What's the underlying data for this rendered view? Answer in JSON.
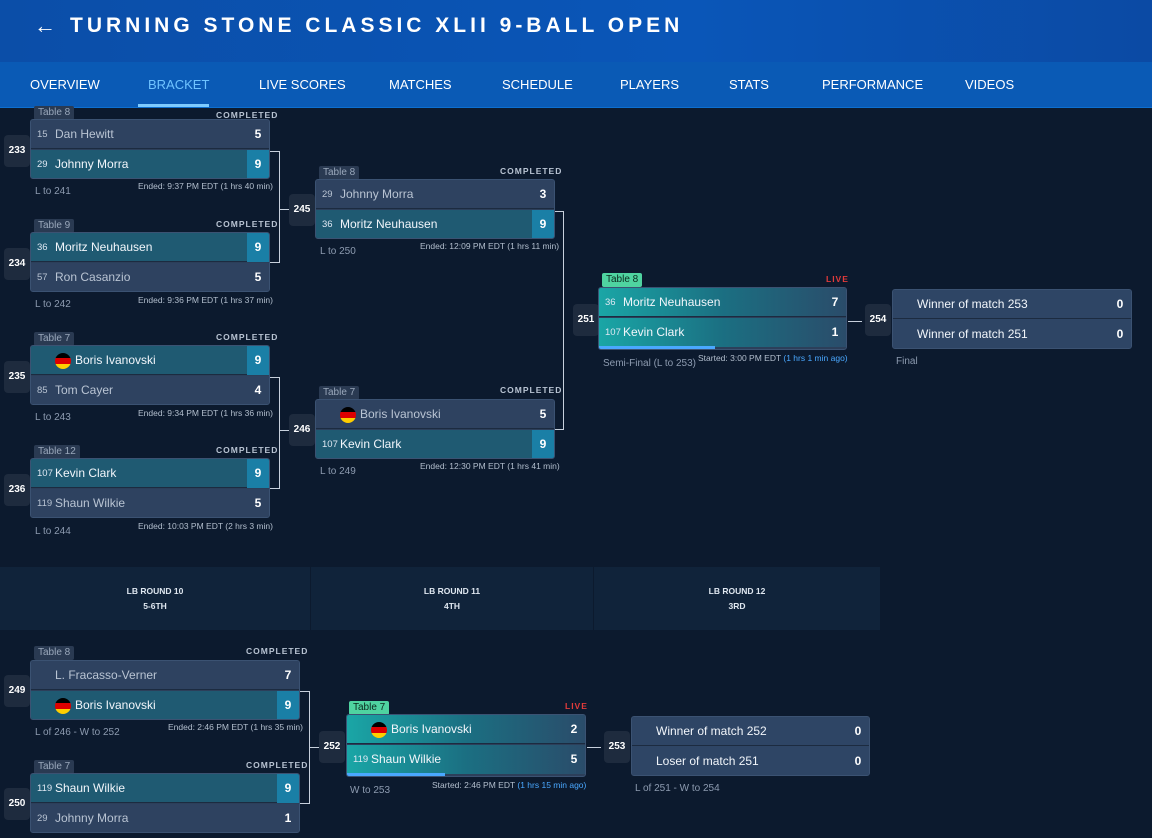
{
  "header": {
    "back_icon": "arrow-left-icon",
    "title": "TURNING STONE CLASSIC XLII 9-BALL OPEN"
  },
  "nav": [
    "OVERVIEW",
    "BRACKET",
    "LIVE SCORES",
    "MATCHES",
    "SCHEDULE",
    "PLAYERS",
    "STATS",
    "PERFORMANCE",
    "VIDEOS"
  ],
  "nav_active": "BRACKET",
  "colors": {
    "accent": "#7ecbff",
    "live": "#e23b3b",
    "winner_score": "#1a7fa6",
    "table_badge_live": "#4fd3a0"
  },
  "rounds_lb": [
    {
      "name": "LB ROUND 10",
      "place": "5-6TH"
    },
    {
      "name": "LB ROUND 11",
      "place": "4TH"
    },
    {
      "name": "LB ROUND 12",
      "place": "3RD"
    }
  ],
  "matches": {
    "m233": {
      "num": "233",
      "table": "Table 8",
      "status": "COMPLETED",
      "p1": {
        "seed": "15",
        "name": "Dan Hewitt",
        "score": "5"
      },
      "p2": {
        "seed": "29",
        "name": "Johnny Morra",
        "score": "9"
      },
      "sub": "L to 241",
      "ended": "Ended: 9:37 PM EDT (1 hrs 40 min)"
    },
    "m234": {
      "num": "234",
      "table": "Table 9",
      "status": "COMPLETED",
      "p1": {
        "seed": "36",
        "name": "Moritz Neuhausen",
        "score": "9"
      },
      "p2": {
        "seed": "57",
        "name": "Ron Casanzio",
        "score": "5"
      },
      "sub": "L to 242",
      "ended": "Ended: 9:36 PM EDT (1 hrs 37 min)"
    },
    "m235": {
      "num": "235",
      "table": "Table 7",
      "status": "COMPLETED",
      "p1": {
        "seed": "",
        "name": "Boris Ivanovski",
        "score": "9"
      },
      "p2": {
        "seed": "85",
        "name": "Tom Cayer",
        "score": "4"
      },
      "sub": "L to 243",
      "ended": "Ended: 9:34 PM EDT (1 hrs 36 min)"
    },
    "m236": {
      "num": "236",
      "table": "Table 12",
      "status": "COMPLETED",
      "p1": {
        "seed": "107",
        "name": "Kevin Clark",
        "score": "9"
      },
      "p2": {
        "seed": "119",
        "name": "Shaun Wilkie",
        "score": "5"
      },
      "sub": "L to 244",
      "ended": "Ended: 10:03 PM EDT (2 hrs 3 min)"
    },
    "m245": {
      "num": "245",
      "table": "Table 8",
      "status": "COMPLETED",
      "p1": {
        "seed": "29",
        "name": "Johnny Morra",
        "score": "3"
      },
      "p2": {
        "seed": "36",
        "name": "Moritz Neuhausen",
        "score": "9"
      },
      "sub": "L to 250",
      "ended": "Ended: 12:09 PM EDT (1 hrs 11 min)"
    },
    "m246": {
      "num": "246",
      "table": "Table 7",
      "status": "COMPLETED",
      "p1": {
        "seed": "",
        "name": "Boris Ivanovski",
        "score": "5"
      },
      "p2": {
        "seed": "107",
        "name": "Kevin Clark",
        "score": "9"
      },
      "sub": "L to 249",
      "ended": "Ended: 12:30 PM EDT (1 hrs 41 min)"
    },
    "m251": {
      "num": "251",
      "table": "Table 8",
      "status": "LIVE",
      "p1": {
        "seed": "36",
        "name": "Moritz Neuhausen",
        "score": "7"
      },
      "p2": {
        "seed": "107",
        "name": "Kevin Clark",
        "score": "1"
      },
      "sub": "Semi-Final (L to 253)",
      "started": "Started: 3:00 PM EDT",
      "elapsed": "(1 hrs 1 min ago)"
    },
    "m254": {
      "num": "254",
      "p1": {
        "name": "Winner of match 253",
        "score": "0"
      },
      "p2": {
        "name": "Winner of match 251",
        "score": "0"
      },
      "sub": "Final"
    },
    "m249": {
      "num": "249",
      "table": "Table 8",
      "status": "COMPLETED",
      "p1": {
        "seed": "",
        "name": "L. Fracasso-Verner",
        "score": "7"
      },
      "p2": {
        "seed": "",
        "name": "Boris Ivanovski",
        "score": "9"
      },
      "sub": "L of 246 - W to 252",
      "ended": "Ended: 2:46 PM EDT (1 hrs 35 min)"
    },
    "m250": {
      "num": "250",
      "table": "Table 7",
      "status": "COMPLETED",
      "p1": {
        "seed": "119",
        "name": "Shaun Wilkie",
        "score": "9"
      },
      "p2": {
        "seed": "29",
        "name": "Johnny Morra",
        "score": "1"
      }
    },
    "m252": {
      "num": "252",
      "table": "Table 7",
      "status": "LIVE",
      "p1": {
        "seed": "",
        "name": "Boris Ivanovski",
        "score": "2"
      },
      "p2": {
        "seed": "119",
        "name": "Shaun Wilkie",
        "score": "5"
      },
      "sub": "W to 253",
      "started": "Started: 2:46 PM EDT",
      "elapsed": "(1 hrs 15 min ago)"
    },
    "m253": {
      "num": "253",
      "p1": {
        "name": "Winner of match 252",
        "score": "0"
      },
      "p2": {
        "name": "Loser of match 251",
        "score": "0"
      },
      "sub": "L of 251 - W to 254"
    }
  }
}
